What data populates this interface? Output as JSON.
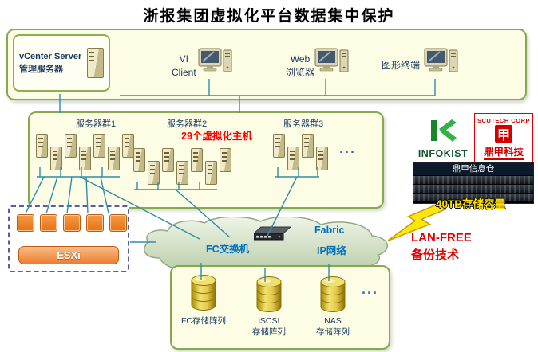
{
  "title": "浙报集团虚拟化平台数据集中保护",
  "colors": {
    "box_border_green": "#86A94F",
    "box_bg_yellow": "#FDFDE6",
    "wire_teal": "#2E8FA3",
    "accent_red": "#FF0000",
    "esxi_orange": "#ED7D31",
    "cylinder_gold": "#D9B300",
    "network_blue": "#0070C0",
    "capacity_yellow": "#FFE100"
  },
  "clients": {
    "vcenter": {
      "line1": "vCenter Server",
      "line2": "管理服务器"
    },
    "vi_client": {
      "line1": "VI",
      "line2": "Client"
    },
    "web_browser": {
      "line1": "Web",
      "line2": "浏览器"
    },
    "terminal": {
      "label": "图形终端"
    }
  },
  "server_groups": {
    "annotation": "29个虚拟化主机",
    "group1": {
      "label": "服务器群1",
      "count": 7
    },
    "group2": {
      "label": "服务器群2",
      "count": 7
    },
    "group3": {
      "label": "服务器群3",
      "count": 4
    },
    "ellipsis": "..."
  },
  "esxi": {
    "label": "ESXi",
    "host_count": 5
  },
  "network": {
    "fc_switch": "FC交换机",
    "fabric_line1": "Fabric",
    "fabric_line2": "IP网络"
  },
  "storage": {
    "fc": {
      "label": "FC存储阵列"
    },
    "iscsi": {
      "line1": "iSCSI",
      "line2": "存储阵列"
    },
    "nas": {
      "line1": "NAS",
      "line2": "存储阵列"
    },
    "ellipsis": "..."
  },
  "vendor": {
    "infokist": "INFOKIST",
    "scutech_en": "SCUTECH CORP",
    "scutech_cn": "鼎甲科技",
    "emblem_char": "甲",
    "appliance_name": "鼎甲信息仓",
    "capacity": "40TB存储容量",
    "lanfree_line1": "LAN-FREE",
    "lanfree_line2": "备份技术"
  }
}
